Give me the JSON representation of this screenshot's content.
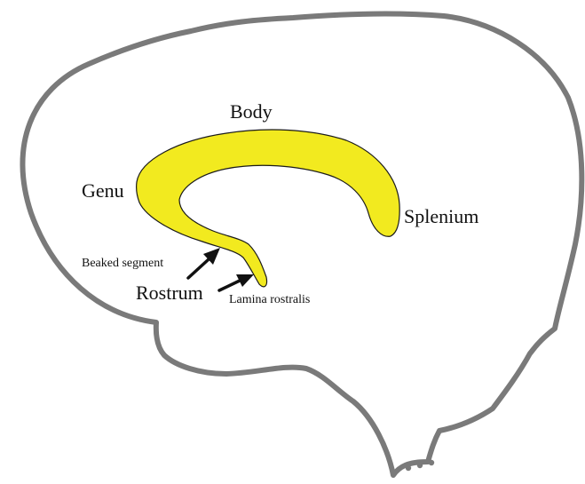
{
  "labels": {
    "body": "Body",
    "genu": "Genu",
    "splenium": "Splenium",
    "beaked_segment": "Beaked segment",
    "rostrum": "Rostrum",
    "lamina_rostralis": "Lamina rostralis"
  },
  "colors": {
    "brain_outline": "#7a7a7a",
    "corpus_callosum_fill": "#f2ea1f",
    "corpus_callosum_stroke": "#1a1a1a",
    "arrow": "#111111"
  }
}
